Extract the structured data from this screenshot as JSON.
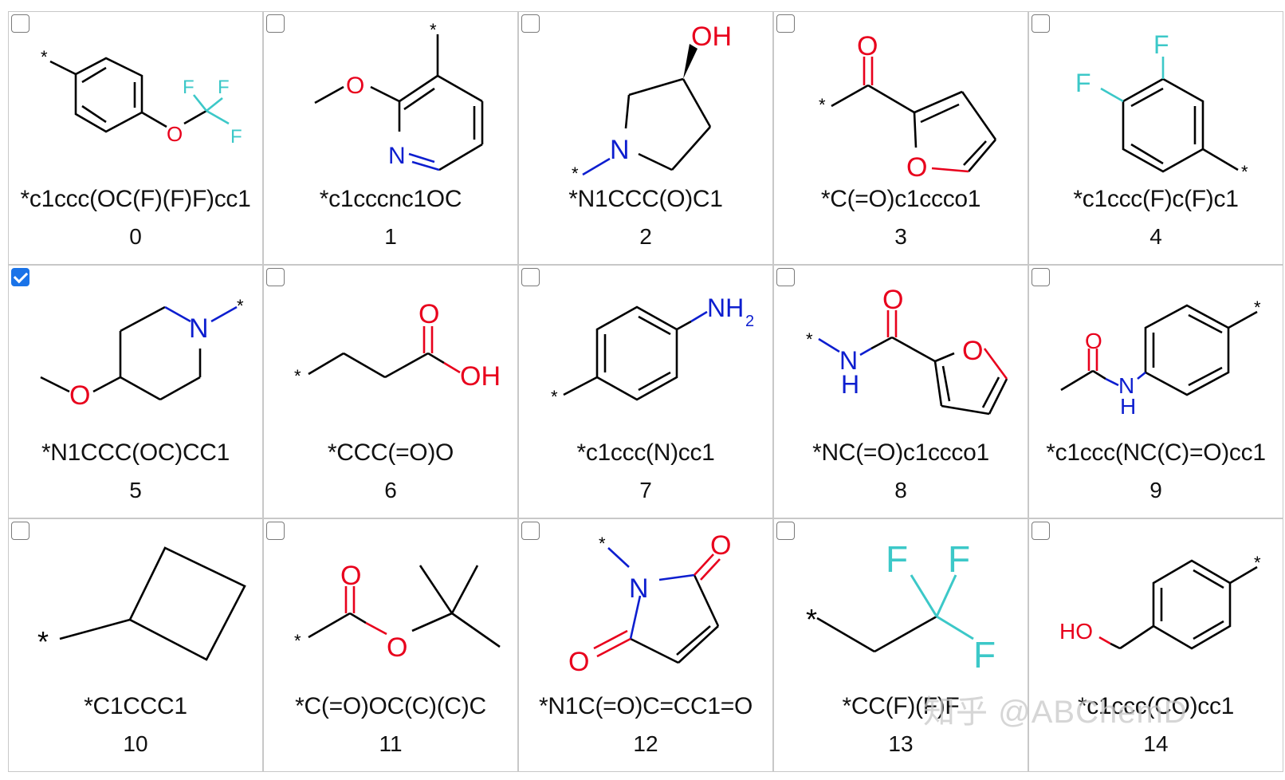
{
  "colors": {
    "carbon": "#000000",
    "oxygen": "#e8001c",
    "nitrogen": "#0d1ecf",
    "fluorine": "#3cc8c8",
    "check": "#1a73e8"
  },
  "cells": [
    {
      "index": "0",
      "smiles": "*c1ccc(OC(F)(F)F)cc1",
      "checked": false
    },
    {
      "index": "1",
      "smiles": "*c1cccnc1OC",
      "checked": false
    },
    {
      "index": "2",
      "smiles": "*N1CCC(O)C1",
      "checked": false
    },
    {
      "index": "3",
      "smiles": "*C(=O)c1ccco1",
      "checked": false
    },
    {
      "index": "4",
      "smiles": "*c1ccc(F)c(F)c1",
      "checked": false
    },
    {
      "index": "5",
      "smiles": "*N1CCC(OC)CC1",
      "checked": true
    },
    {
      "index": "6",
      "smiles": "*CCC(=O)O",
      "checked": false
    },
    {
      "index": "7",
      "smiles": "*c1ccc(N)cc1",
      "checked": false
    },
    {
      "index": "8",
      "smiles": "*NC(=O)c1ccco1",
      "checked": false
    },
    {
      "index": "9",
      "smiles": "*c1ccc(NC(C)=O)cc1",
      "checked": false
    },
    {
      "index": "10",
      "smiles": "*C1CCC1",
      "checked": false
    },
    {
      "index": "11",
      "smiles": "*C(=O)OC(C)(C)C",
      "checked": false
    },
    {
      "index": "12",
      "smiles": "*N1C(=O)C=CC1=O",
      "checked": false
    },
    {
      "index": "13",
      "smiles": "*CC(F)(F)F",
      "checked": false
    },
    {
      "index": "14",
      "smiles": "*c1ccc(CO)cc1",
      "checked": false
    }
  ],
  "atom_labels": {
    "star": "*",
    "o": "O",
    "n": "N",
    "f": "F",
    "oh": "OH",
    "ho": "HO",
    "nh": "N",
    "h": "H",
    "nh2": "NH",
    "sub2": "2"
  },
  "watermark": "知乎 @ABChemD"
}
